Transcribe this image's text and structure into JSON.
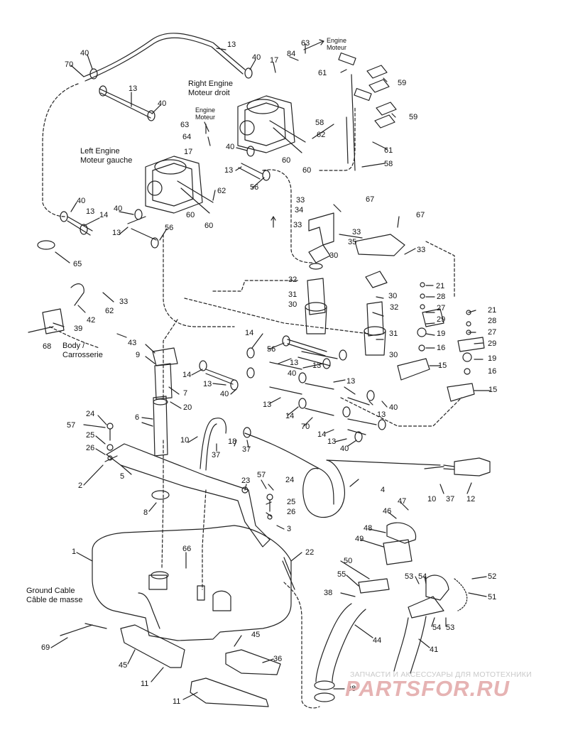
{
  "labels": {
    "engine_top": [
      "Engine",
      "Moteur"
    ],
    "engine_mid": [
      "Engine",
      "Moteur"
    ],
    "right_engine": [
      "Right Engine",
      "Moteur droit"
    ],
    "left_engine": [
      "Left Engine",
      "Moteur gauche"
    ],
    "body": [
      "Body /",
      "Carrosserie"
    ],
    "ground_cable": [
      "Ground Cable",
      "Câble de masse"
    ]
  },
  "callouts": [
    {
      "id": "c1",
      "text": "13"
    },
    {
      "id": "c2",
      "text": "40"
    },
    {
      "id": "c3",
      "text": "70"
    },
    {
      "id": "c4",
      "text": "13"
    },
    {
      "id": "c5",
      "text": "40"
    },
    {
      "id": "c6",
      "text": "40"
    },
    {
      "id": "c7",
      "text": "17"
    },
    {
      "id": "c8",
      "text": "84"
    },
    {
      "id": "c9",
      "text": "63"
    },
    {
      "id": "c10",
      "text": "61"
    },
    {
      "id": "c11",
      "text": "59"
    },
    {
      "id": "c12",
      "text": "59"
    },
    {
      "id": "c13",
      "text": "61"
    },
    {
      "id": "c14",
      "text": "58"
    },
    {
      "id": "c15",
      "text": "58"
    },
    {
      "id": "c16",
      "text": "62"
    },
    {
      "id": "c17",
      "text": "60"
    },
    {
      "id": "c18",
      "text": "60"
    },
    {
      "id": "c19",
      "text": "63"
    },
    {
      "id": "c20",
      "text": "64"
    },
    {
      "id": "c21",
      "text": "17"
    },
    {
      "id": "c22",
      "text": "40"
    },
    {
      "id": "c23",
      "text": "13"
    },
    {
      "id": "c24",
      "text": "56"
    },
    {
      "id": "c25",
      "text": "62"
    },
    {
      "id": "c26",
      "text": "60"
    },
    {
      "id": "c27",
      "text": "60"
    },
    {
      "id": "c28",
      "text": "40"
    },
    {
      "id": "c29",
      "text": "13"
    },
    {
      "id": "c30",
      "text": "14"
    },
    {
      "id": "c31",
      "text": "40"
    },
    {
      "id": "c32",
      "text": "13"
    },
    {
      "id": "c33",
      "text": "56"
    },
    {
      "id": "c34",
      "text": "33"
    },
    {
      "id": "c35",
      "text": "34"
    },
    {
      "id": "c36",
      "text": "67"
    },
    {
      "id": "c37",
      "text": "33"
    },
    {
      "id": "c38",
      "text": "67"
    },
    {
      "id": "c39",
      "text": "33"
    },
    {
      "id": "c40",
      "text": "35"
    },
    {
      "id": "c41",
      "text": "33"
    },
    {
      "id": "c42",
      "text": "30"
    },
    {
      "id": "c43",
      "text": "32"
    },
    {
      "id": "c44",
      "text": "31"
    },
    {
      "id": "c45",
      "text": "30"
    },
    {
      "id": "c46",
      "text": "30"
    },
    {
      "id": "c47",
      "text": "32"
    },
    {
      "id": "c48",
      "text": "31"
    },
    {
      "id": "c49",
      "text": "30"
    },
    {
      "id": "c50",
      "text": "21"
    },
    {
      "id": "c51",
      "text": "28"
    },
    {
      "id": "c52",
      "text": "27"
    },
    {
      "id": "c53",
      "text": "29"
    },
    {
      "id": "c54",
      "text": "19"
    },
    {
      "id": "c55",
      "text": "16"
    },
    {
      "id": "c56",
      "text": "21"
    },
    {
      "id": "c57",
      "text": "28"
    },
    {
      "id": "c58",
      "text": "27"
    },
    {
      "id": "c59",
      "text": "29"
    },
    {
      "id": "c60",
      "text": "19"
    },
    {
      "id": "c61",
      "text": "16"
    },
    {
      "id": "c62",
      "text": "15"
    },
    {
      "id": "c63",
      "text": "15"
    },
    {
      "id": "c64",
      "text": "65"
    },
    {
      "id": "c65",
      "text": "33"
    },
    {
      "id": "c66",
      "text": "62"
    },
    {
      "id": "c67",
      "text": "42"
    },
    {
      "id": "c68",
      "text": "39"
    },
    {
      "id": "c69",
      "text": "68"
    },
    {
      "id": "c70",
      "text": "43"
    },
    {
      "id": "c71",
      "text": "9"
    },
    {
      "id": "c72",
      "text": "14"
    },
    {
      "id": "c73",
      "text": "13"
    },
    {
      "id": "c74",
      "text": "7"
    },
    {
      "id": "c75",
      "text": "40"
    },
    {
      "id": "c76",
      "text": "20"
    },
    {
      "id": "c77",
      "text": "14"
    },
    {
      "id": "c78",
      "text": "56"
    },
    {
      "id": "c79",
      "text": "13"
    },
    {
      "id": "c80",
      "text": "40"
    },
    {
      "id": "c81",
      "text": "13"
    },
    {
      "id": "c82",
      "text": "13"
    },
    {
      "id": "c83",
      "text": "14"
    },
    {
      "id": "c84",
      "text": "13"
    },
    {
      "id": "c85",
      "text": "40"
    },
    {
      "id": "c86",
      "text": "70"
    },
    {
      "id": "c87",
      "text": "13"
    },
    {
      "id": "c88",
      "text": "14"
    },
    {
      "id": "c89",
      "text": "13"
    },
    {
      "id": "c90",
      "text": "40"
    },
    {
      "id": "c91",
      "text": "24"
    },
    {
      "id": "c92",
      "text": "57"
    },
    {
      "id": "c93",
      "text": "25"
    },
    {
      "id": "c94",
      "text": "26"
    },
    {
      "id": "c95",
      "text": "6"
    },
    {
      "id": "c96",
      "text": "10"
    },
    {
      "id": "c97",
      "text": "37"
    },
    {
      "id": "c98",
      "text": "18"
    },
    {
      "id": "c99",
      "text": "37"
    },
    {
      "id": "c100",
      "text": "2"
    },
    {
      "id": "c101",
      "text": "5"
    },
    {
      "id": "c102",
      "text": "8"
    },
    {
      "id": "c103",
      "text": "23"
    },
    {
      "id": "c104",
      "text": "57"
    },
    {
      "id": "c105",
      "text": "24"
    },
    {
      "id": "c106",
      "text": "25"
    },
    {
      "id": "c107",
      "text": "26"
    },
    {
      "id": "c108",
      "text": "3"
    },
    {
      "id": "c109",
      "text": "4"
    },
    {
      "id": "c110",
      "text": "10"
    },
    {
      "id": "c111",
      "text": "37"
    },
    {
      "id": "c112",
      "text": "12"
    },
    {
      "id": "c113",
      "text": "47"
    },
    {
      "id": "c114",
      "text": "46"
    },
    {
      "id": "c115",
      "text": "48"
    },
    {
      "id": "c116",
      "text": "49"
    },
    {
      "id": "c117",
      "text": "50"
    },
    {
      "id": "c118",
      "text": "55"
    },
    {
      "id": "c119",
      "text": "38"
    },
    {
      "id": "c120",
      "text": "1"
    },
    {
      "id": "c121",
      "text": "66"
    },
    {
      "id": "c122",
      "text": "22"
    },
    {
      "id": "c123",
      "text": "53"
    },
    {
      "id": "c124",
      "text": "54"
    },
    {
      "id": "c125",
      "text": "52"
    },
    {
      "id": "c126",
      "text": "51"
    },
    {
      "id": "c127",
      "text": "54"
    },
    {
      "id": "c128",
      "text": "53"
    },
    {
      "id": "c129",
      "text": "44"
    },
    {
      "id": "c130",
      "text": "41"
    },
    {
      "id": "c131",
      "text": "69"
    },
    {
      "id": "c132",
      "text": "45"
    },
    {
      "id": "c133",
      "text": "45"
    },
    {
      "id": "c134",
      "text": "36"
    },
    {
      "id": "c135",
      "text": "11"
    },
    {
      "id": "c136",
      "text": "11"
    },
    {
      "id": "c137",
      "text": "38"
    }
  ],
  "watermark": {
    "tagline": "ЗАПЧАСТИ И АКСЕССУАРЫ ДЛЯ МОТОТЕХНИКИ",
    "logo": "PARTSFOR.RU",
    "color_text": "#c9c9c9",
    "color_logo": "#e6b3b3"
  }
}
